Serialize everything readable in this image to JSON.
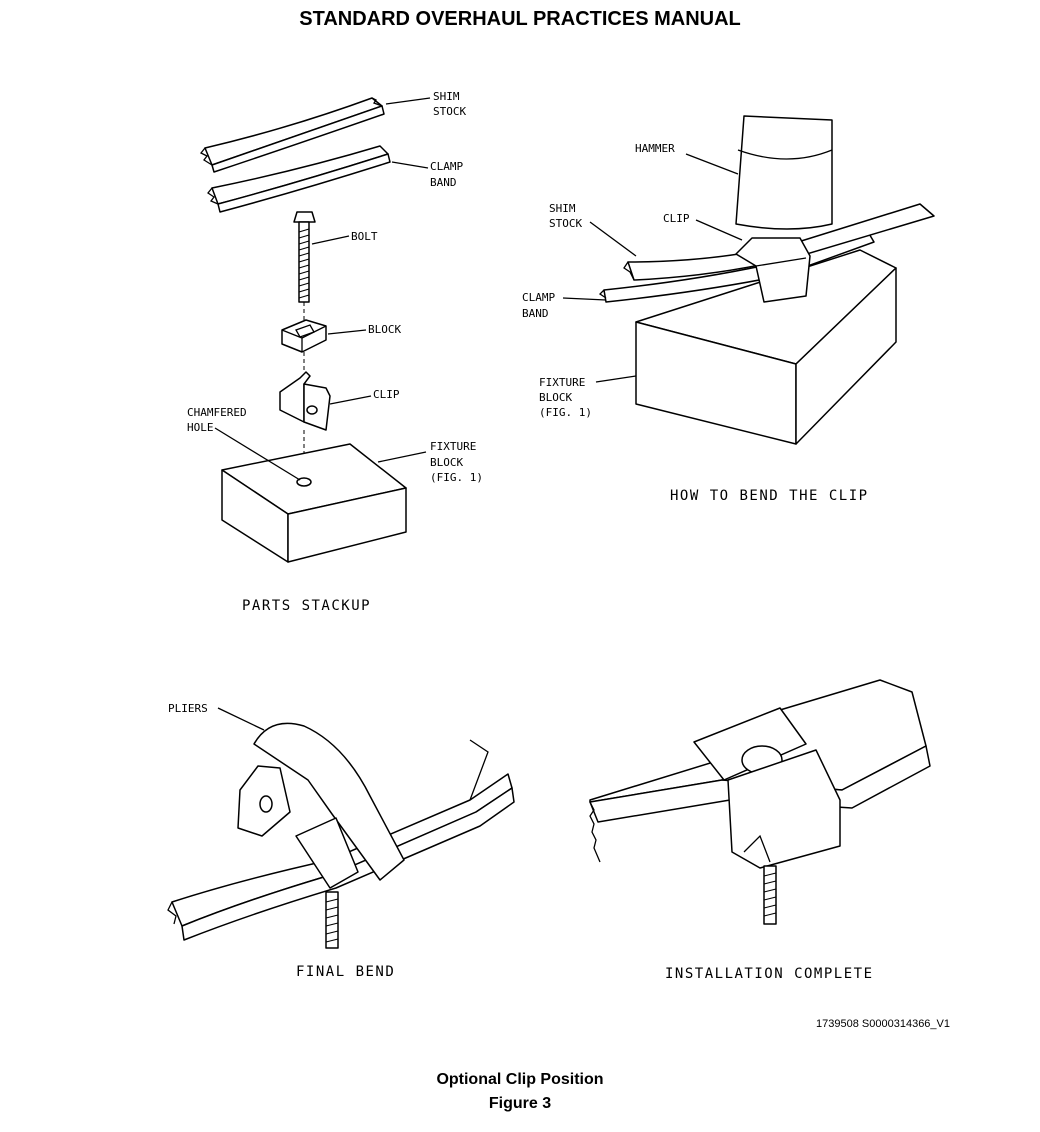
{
  "header": {
    "title": "STANDARD OVERHAUL PRACTICES MANUAL"
  },
  "panels": {
    "stackup": {
      "caption": "PARTS STACKUP",
      "labels": {
        "shim_stock_1": "SHIM",
        "shim_stock_2": "STOCK",
        "clamp_band_1": "CLAMP",
        "clamp_band_2": "BAND",
        "bolt": "BOLT",
        "block": "BLOCK",
        "clip": "CLIP",
        "chamfered_1": "CHAMFERED",
        "chamfered_2": "HOLE",
        "fixture_1": "FIXTURE",
        "fixture_2": "BLOCK",
        "fixture_3": "(FIG. 1)"
      }
    },
    "bend": {
      "caption": "HOW TO BEND THE CLIP",
      "labels": {
        "hammer": "HAMMER",
        "shim_stock_1": "SHIM",
        "shim_stock_2": "STOCK",
        "clip": "CLIP",
        "clamp_band_1": "CLAMP",
        "clamp_band_2": "BAND",
        "fixture_1": "FIXTURE",
        "fixture_2": "BLOCK",
        "fixture_3": "(FIG. 1)"
      }
    },
    "final": {
      "caption": "FINAL BEND",
      "labels": {
        "pliers": "PLIERS"
      }
    },
    "complete": {
      "caption": "INSTALLATION COMPLETE"
    }
  },
  "figure": {
    "reference": "1739508 S0000314366_V1",
    "title": "Optional Clip Position",
    "number": "Figure 3"
  }
}
